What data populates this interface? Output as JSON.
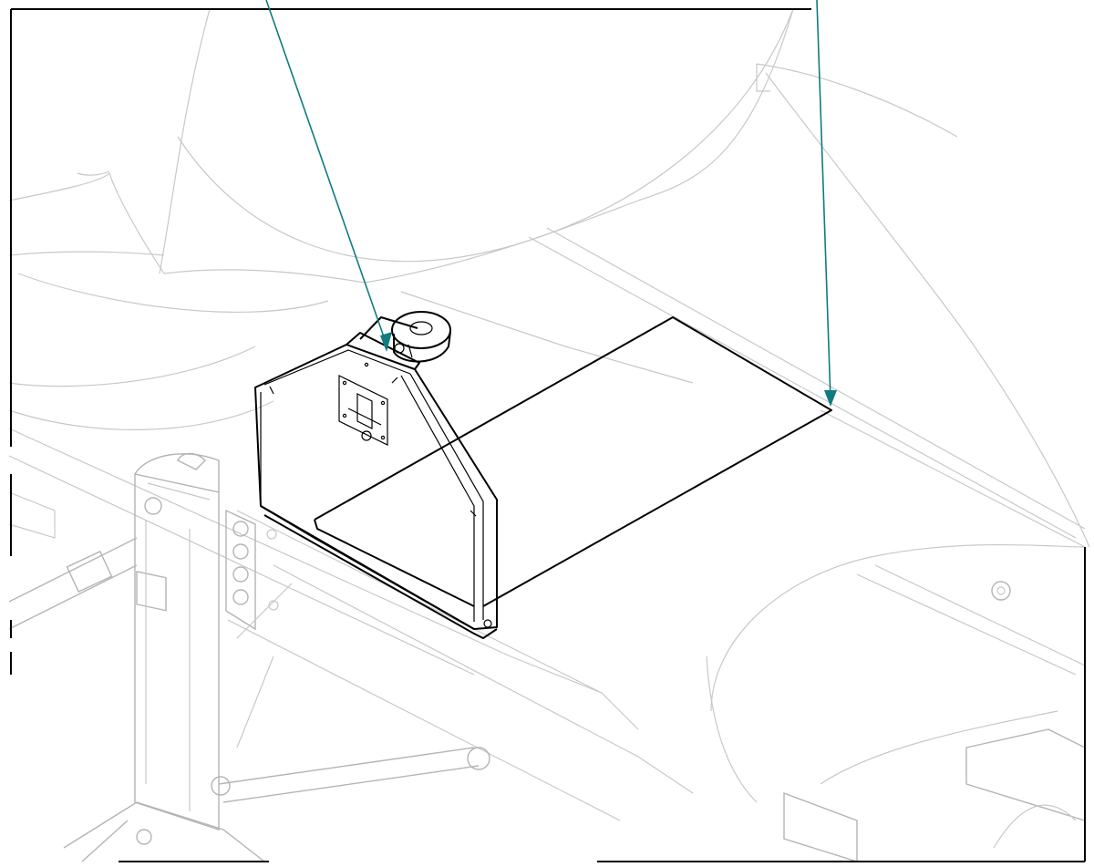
{
  "figure": {
    "background": "#ffffff",
    "ghost_stroke": "#c8c8c8",
    "part_stroke": "#000000",
    "callout_color": "#0e7c80",
    "parts": [
      {
        "id": "reservoir-tank",
        "icon": "fuel-tank-icon"
      },
      {
        "id": "fill-cap",
        "icon": "filler-cap-icon"
      },
      {
        "id": "mounting-bracket",
        "icon": "bracket-icon"
      },
      {
        "id": "jack-stand",
        "icon": "jack-stand-icon"
      }
    ],
    "callouts": [
      {
        "id": "callout-fill-cap",
        "target": "fill-cap"
      },
      {
        "id": "callout-tank-plate",
        "target": "mounting-bracket"
      }
    ]
  }
}
